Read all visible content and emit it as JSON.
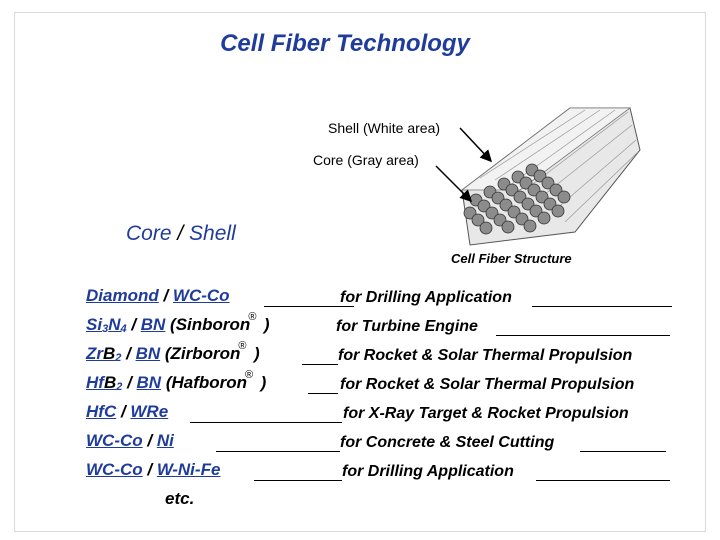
{
  "title": "Cell Fiber Technology",
  "diagram": {
    "shell_label": "Shell (White area)",
    "core_label": "Core (Gray area)",
    "caption": "Cell Fiber Structure"
  },
  "core_shell": {
    "core": "Core",
    "slash": " / ",
    "shell": "Shell"
  },
  "rows": [
    {
      "core": "Diamond",
      "shell": "WC-Co",
      "application": "for Drilling Application"
    },
    {
      "core": "Si3N4",
      "shell": "BN",
      "trade": "Sinboron",
      "application": "for Turbine Engine"
    },
    {
      "core": "ZrB2",
      "shell": "BN",
      "trade": "Zirboron",
      "application": "for Rocket & Solar Thermal Propulsion"
    },
    {
      "core": "HfB2",
      "shell": "BN",
      "trade": "Hafboron",
      "application": "for Rocket & Solar Thermal Propulsion"
    },
    {
      "core": "HfC",
      "shell": "WRe",
      "application": "for X-Ray Target & Rocket Propulsion"
    },
    {
      "core": "WC-Co",
      "shell": "Ni",
      "application": "for Concrete & Steel Cutting"
    },
    {
      "core": "WC-Co",
      "shell": "W-Ni-Fe",
      "application": "for Drilling Application"
    }
  ],
  "etc": "etc.",
  "reg_mark": "®"
}
